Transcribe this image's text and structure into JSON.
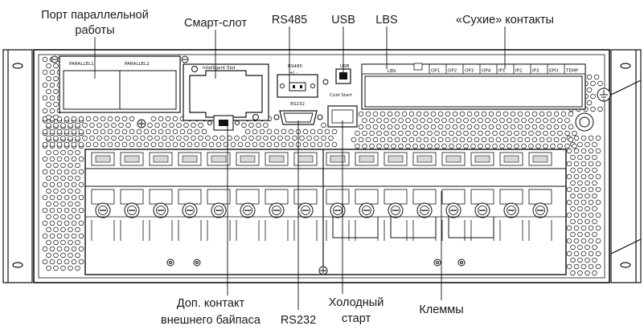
{
  "callouts": {
    "parallel_port": [
      "Порт параллельной",
      "работы"
    ],
    "smart_slot": "Смарт-слот",
    "rs485": "RS485",
    "usb": "USB",
    "lbs": "LBS",
    "dry_contacts": "«Сухие» контакты",
    "ext_bypass": [
      "Доп. контакт",
      "внешнего байпаса"
    ],
    "rs232": "RS232",
    "cold_start": [
      "Холодный",
      "старт"
    ],
    "terminals": "Клеммы"
  },
  "panel_labels": {
    "parallel1": "PARALLEL1",
    "parallel2": "PARALLEL2",
    "intelligent_slot": "Intelligent Slot",
    "rs485": "RS485",
    "rs485_pins": "+|  -",
    "rs232": "RS232",
    "usb": "USB",
    "cold_start": "Cold Start",
    "lbs": "LBS",
    "dry_ports": [
      "OP1",
      "OP2",
      "OP3",
      "OP4",
      "IP1",
      "IP2",
      "IP3",
      "EPO",
      "TEMP"
    ]
  },
  "icons": {
    "ground": "ground-symbol-icon"
  },
  "colors": {
    "line": "#111111",
    "panel_face": "#ffffff",
    "terminal_shade": "#d8d8d8"
  }
}
